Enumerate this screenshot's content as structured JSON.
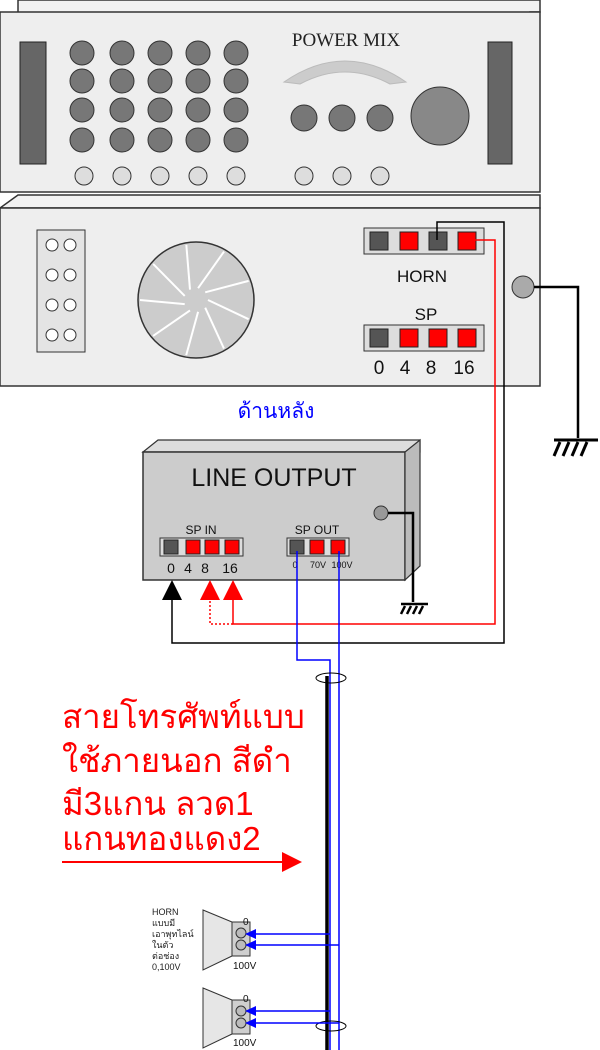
{
  "amplifier_front": {
    "title": "POWER MIX"
  },
  "amplifier_back": {
    "caption": "ด้านหลัง",
    "horn_label": "HORN",
    "sp_label": "SP",
    "sp_taps": [
      "0",
      "4",
      "8",
      "16"
    ]
  },
  "line_output": {
    "title": "LINE OUTPUT",
    "sp_in_label": "SP IN",
    "sp_in_taps": [
      "0",
      "4",
      "8",
      "16"
    ],
    "sp_out_label": "SP OUT",
    "sp_out_taps": [
      "0",
      "70V",
      "100V"
    ]
  },
  "cable_note": {
    "lines": [
      "สายโทรศัพท์แบบ",
      "ใช้ภายนอก สีดำ",
      "มี3แกน ลวด1",
      "แกนทองแดง2"
    ]
  },
  "horns": [
    {
      "note_lines": [
        "HORN",
        "แบบมี",
        "เอาพุทไลน์",
        "ในตัว",
        "ต่อช่อง",
        "0,100V"
      ],
      "tap_top": "0",
      "tap_bottom": "100V"
    },
    {
      "note_lines": [],
      "tap_top": "0",
      "tap_bottom": "100V"
    }
  ],
  "colors": {
    "wire_red": "#ff0000",
    "wire_blue": "#0000ff",
    "wire_black": "#000000",
    "terminal_red": "#ff0000",
    "terminal_gray": "#555555",
    "panel_fill": "#eeeeee",
    "knob_fill": "#777777",
    "annotation_red": "#ff0000",
    "caption_blue": "#0000ff"
  }
}
